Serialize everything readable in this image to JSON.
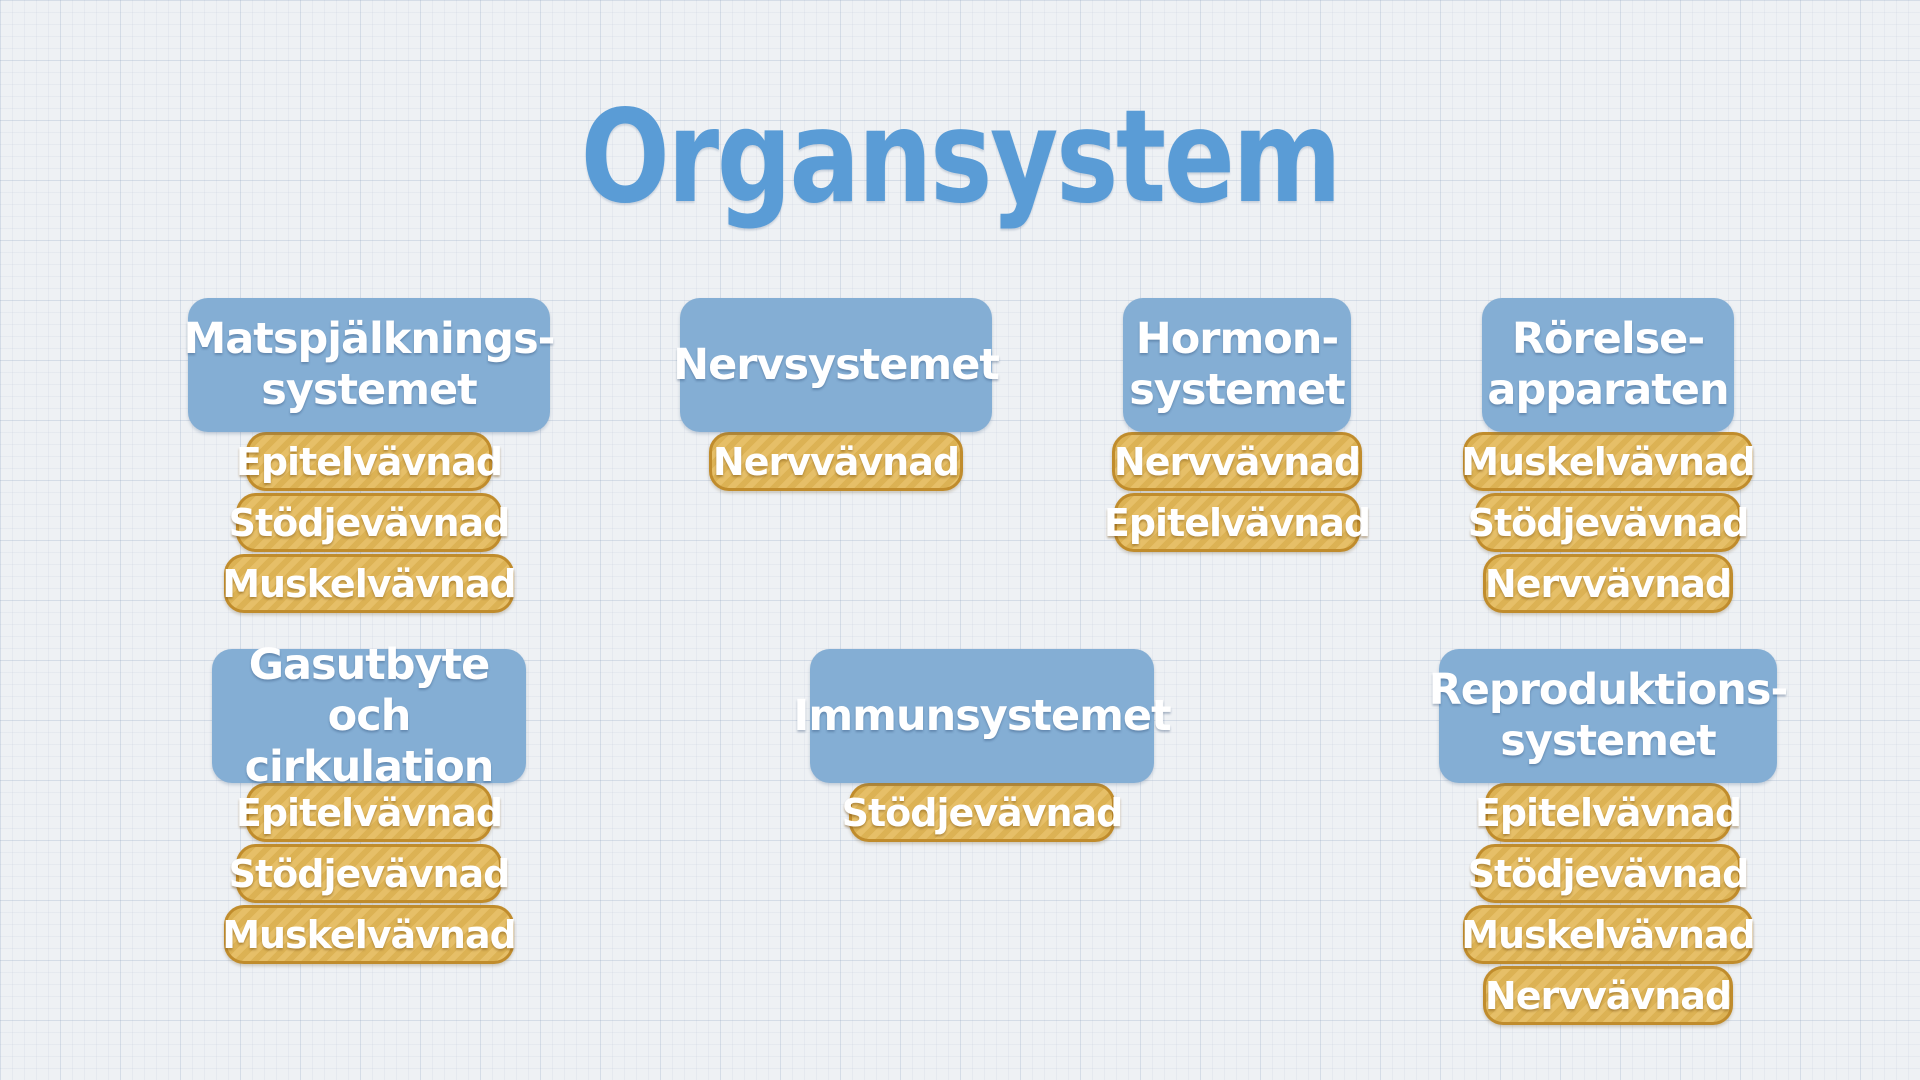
{
  "title": "Organsystem",
  "systems": [
    {
      "name": "Matspjälknings-\nsystemet",
      "tissues": [
        "Epitelvävnad",
        "Stödjevävnad",
        "Muskelvävnad"
      ]
    },
    {
      "name": "Nervsystemet",
      "tissues": [
        "Nervvävnad"
      ]
    },
    {
      "name": "Hormon-\nsystemet",
      "tissues": [
        "Nervvävnad",
        "Epitelvävnad"
      ]
    },
    {
      "name": "Rörelse-\napparaten",
      "tissues": [
        "Muskelvävnad",
        "Stödjevävnad",
        "Nervvävnad"
      ]
    },
    {
      "name": "Gasutbyte och\ncirkulation",
      "tissues": [
        "Epitelvävnad",
        "Stödjevävnad",
        "Muskelvävnad"
      ]
    },
    {
      "name": "Immunsystemet",
      "tissues": [
        "Stödjevävnad"
      ]
    },
    {
      "name": "Reproduktions-\nsystemet",
      "tissues": [
        "Epitelvävnad",
        "Stödjevävnad",
        "Muskelvävnad",
        "Nervvävnad"
      ]
    }
  ],
  "colors": {
    "title": "#5a9cd6",
    "system_box": "#84aed4",
    "tissue_box": "#e3b857",
    "tissue_border": "#c08c2c",
    "background": "#eef1f4"
  }
}
